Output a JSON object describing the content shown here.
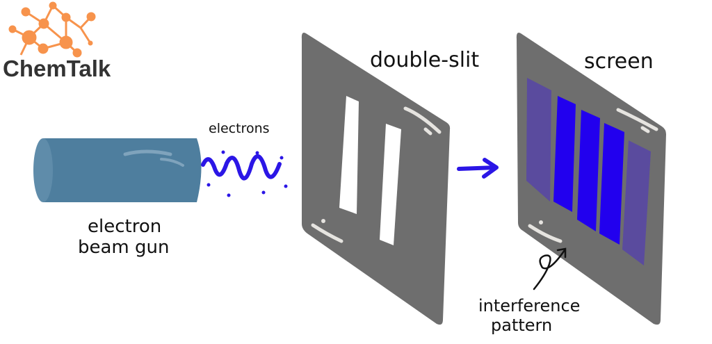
{
  "logo": {
    "text": "ChemTalk",
    "color": "#333333",
    "accent": "#F7934C"
  },
  "labels": {
    "electrons": "electrons",
    "gun_line1": "electron",
    "gun_line2": "beam gun",
    "double_slit": "double-slit",
    "screen": "screen",
    "interference_line1": "interference",
    "interference_line2": "pattern"
  },
  "colors": {
    "gun": "#4E7E9E",
    "panel": "#6E6E6E",
    "slit": "#FFFFFF",
    "wave": "#2B16E6",
    "fringe_bright": "#2200EE",
    "fringe_dim": "#5A4B9E",
    "highlight": "#E6E4E0"
  },
  "icons": {
    "logo_mark": "molecule-network-icon",
    "wave": "electron-wave-icon",
    "arrow": "arrow-right-icon"
  }
}
